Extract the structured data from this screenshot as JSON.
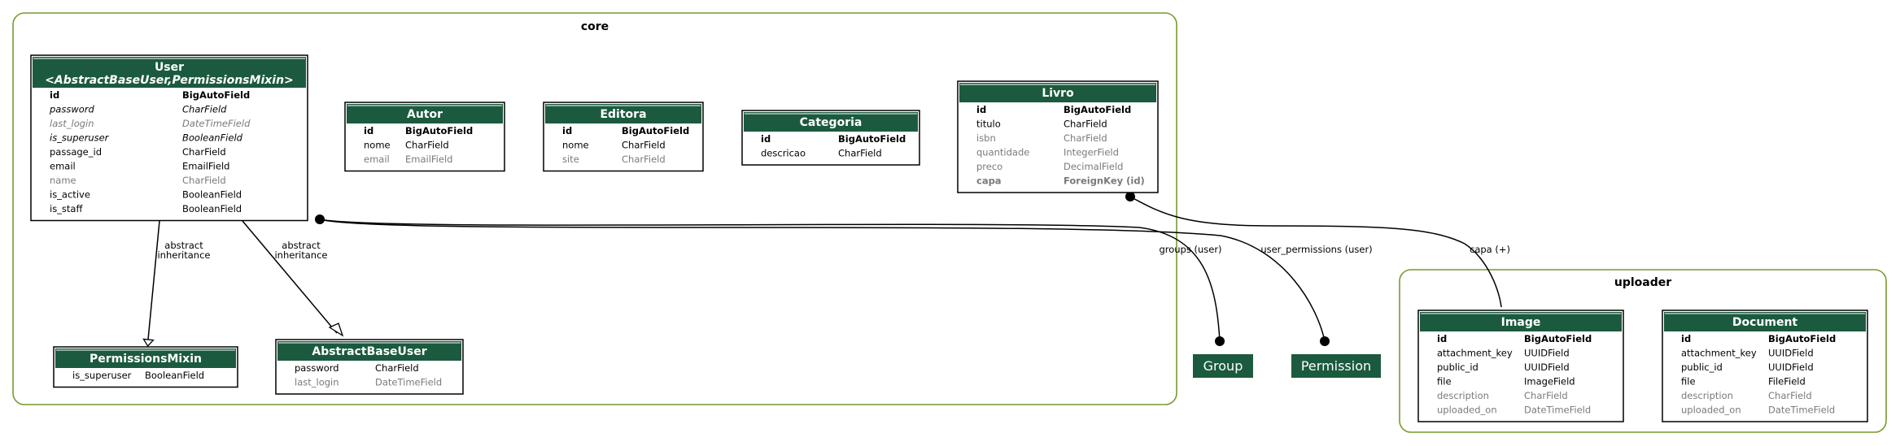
{
  "clusters": {
    "core": "core",
    "uploader": "uploader"
  },
  "models": {
    "user": {
      "title": "User",
      "subtitle": "<AbstractBaseUser,PermissionsMixin>",
      "fields": [
        {
          "name": "id",
          "type": "BigAutoField",
          "style": "bold"
        },
        {
          "name": "password",
          "type": "CharField",
          "style": "italic"
        },
        {
          "name": "last_login",
          "type": "DateTimeField",
          "style": "gray italic"
        },
        {
          "name": "is_superuser",
          "type": "BooleanField",
          "style": "italic"
        },
        {
          "name": "passage_id",
          "type": "CharField",
          "style": "normal"
        },
        {
          "name": "email",
          "type": "EmailField",
          "style": "normal"
        },
        {
          "name": "name",
          "type": "CharField",
          "style": "gray"
        },
        {
          "name": "is_active",
          "type": "BooleanField",
          "style": "normal"
        },
        {
          "name": "is_staff",
          "type": "BooleanField",
          "style": "normal"
        }
      ]
    },
    "autor": {
      "title": "Autor",
      "fields": [
        {
          "name": "id",
          "type": "BigAutoField",
          "style": "bold"
        },
        {
          "name": "nome",
          "type": "CharField",
          "style": "normal"
        },
        {
          "name": "email",
          "type": "EmailField",
          "style": "gray"
        }
      ]
    },
    "editora": {
      "title": "Editora",
      "fields": [
        {
          "name": "id",
          "type": "BigAutoField",
          "style": "bold"
        },
        {
          "name": "nome",
          "type": "CharField",
          "style": "normal"
        },
        {
          "name": "site",
          "type": "CharField",
          "style": "gray"
        }
      ]
    },
    "categoria": {
      "title": "Categoria",
      "fields": [
        {
          "name": "id",
          "type": "BigAutoField",
          "style": "bold"
        },
        {
          "name": "descricao",
          "type": "CharField",
          "style": "normal"
        }
      ]
    },
    "livro": {
      "title": "Livro",
      "fields": [
        {
          "name": "id",
          "type": "BigAutoField",
          "style": "bold"
        },
        {
          "name": "titulo",
          "type": "CharField",
          "style": "normal"
        },
        {
          "name": "isbn",
          "type": "CharField",
          "style": "gray"
        },
        {
          "name": "quantidade",
          "type": "IntegerField",
          "style": "gray"
        },
        {
          "name": "preco",
          "type": "DecimalField",
          "style": "gray"
        },
        {
          "name": "capa",
          "type": "ForeignKey (id)",
          "style": "graybold"
        }
      ]
    },
    "permissions_mixin": {
      "title": "PermissionsMixin",
      "fields": [
        {
          "name": "is_superuser",
          "type": "BooleanField",
          "style": "normal"
        }
      ]
    },
    "abstract_base_user": {
      "title": "AbstractBaseUser",
      "fields": [
        {
          "name": "password",
          "type": "CharField",
          "style": "normal"
        },
        {
          "name": "last_login",
          "type": "DateTimeField",
          "style": "gray"
        }
      ]
    },
    "image": {
      "title": "Image",
      "fields": [
        {
          "name": "id",
          "type": "BigAutoField",
          "style": "bold"
        },
        {
          "name": "attachment_key",
          "type": "UUIDField",
          "style": "normal"
        },
        {
          "name": "public_id",
          "type": "UUIDField",
          "style": "normal"
        },
        {
          "name": "file",
          "type": "ImageField",
          "style": "normal"
        },
        {
          "name": "description",
          "type": "CharField",
          "style": "gray"
        },
        {
          "name": "uploaded_on",
          "type": "DateTimeField",
          "style": "gray"
        }
      ]
    },
    "document": {
      "title": "Document",
      "fields": [
        {
          "name": "id",
          "type": "BigAutoField",
          "style": "bold"
        },
        {
          "name": "attachment_key",
          "type": "UUIDField",
          "style": "normal"
        },
        {
          "name": "public_id",
          "type": "UUIDField",
          "style": "normal"
        },
        {
          "name": "file",
          "type": "FileField",
          "style": "normal"
        },
        {
          "name": "description",
          "type": "CharField",
          "style": "gray"
        },
        {
          "name": "uploaded_on",
          "type": "DateTimeField",
          "style": "gray"
        }
      ]
    }
  },
  "external": {
    "group": "Group",
    "permission": "Permission"
  },
  "edges": {
    "inherit_pm": "abstract\ninheritance",
    "inherit_abu": "abstract\ninheritance",
    "groups": "groups (user)",
    "user_permissions": "user_permissions (user)",
    "capa": "capa (+)"
  },
  "colors": {
    "header": "#1b5a3e",
    "cluster_border": "#7a9a2e"
  }
}
